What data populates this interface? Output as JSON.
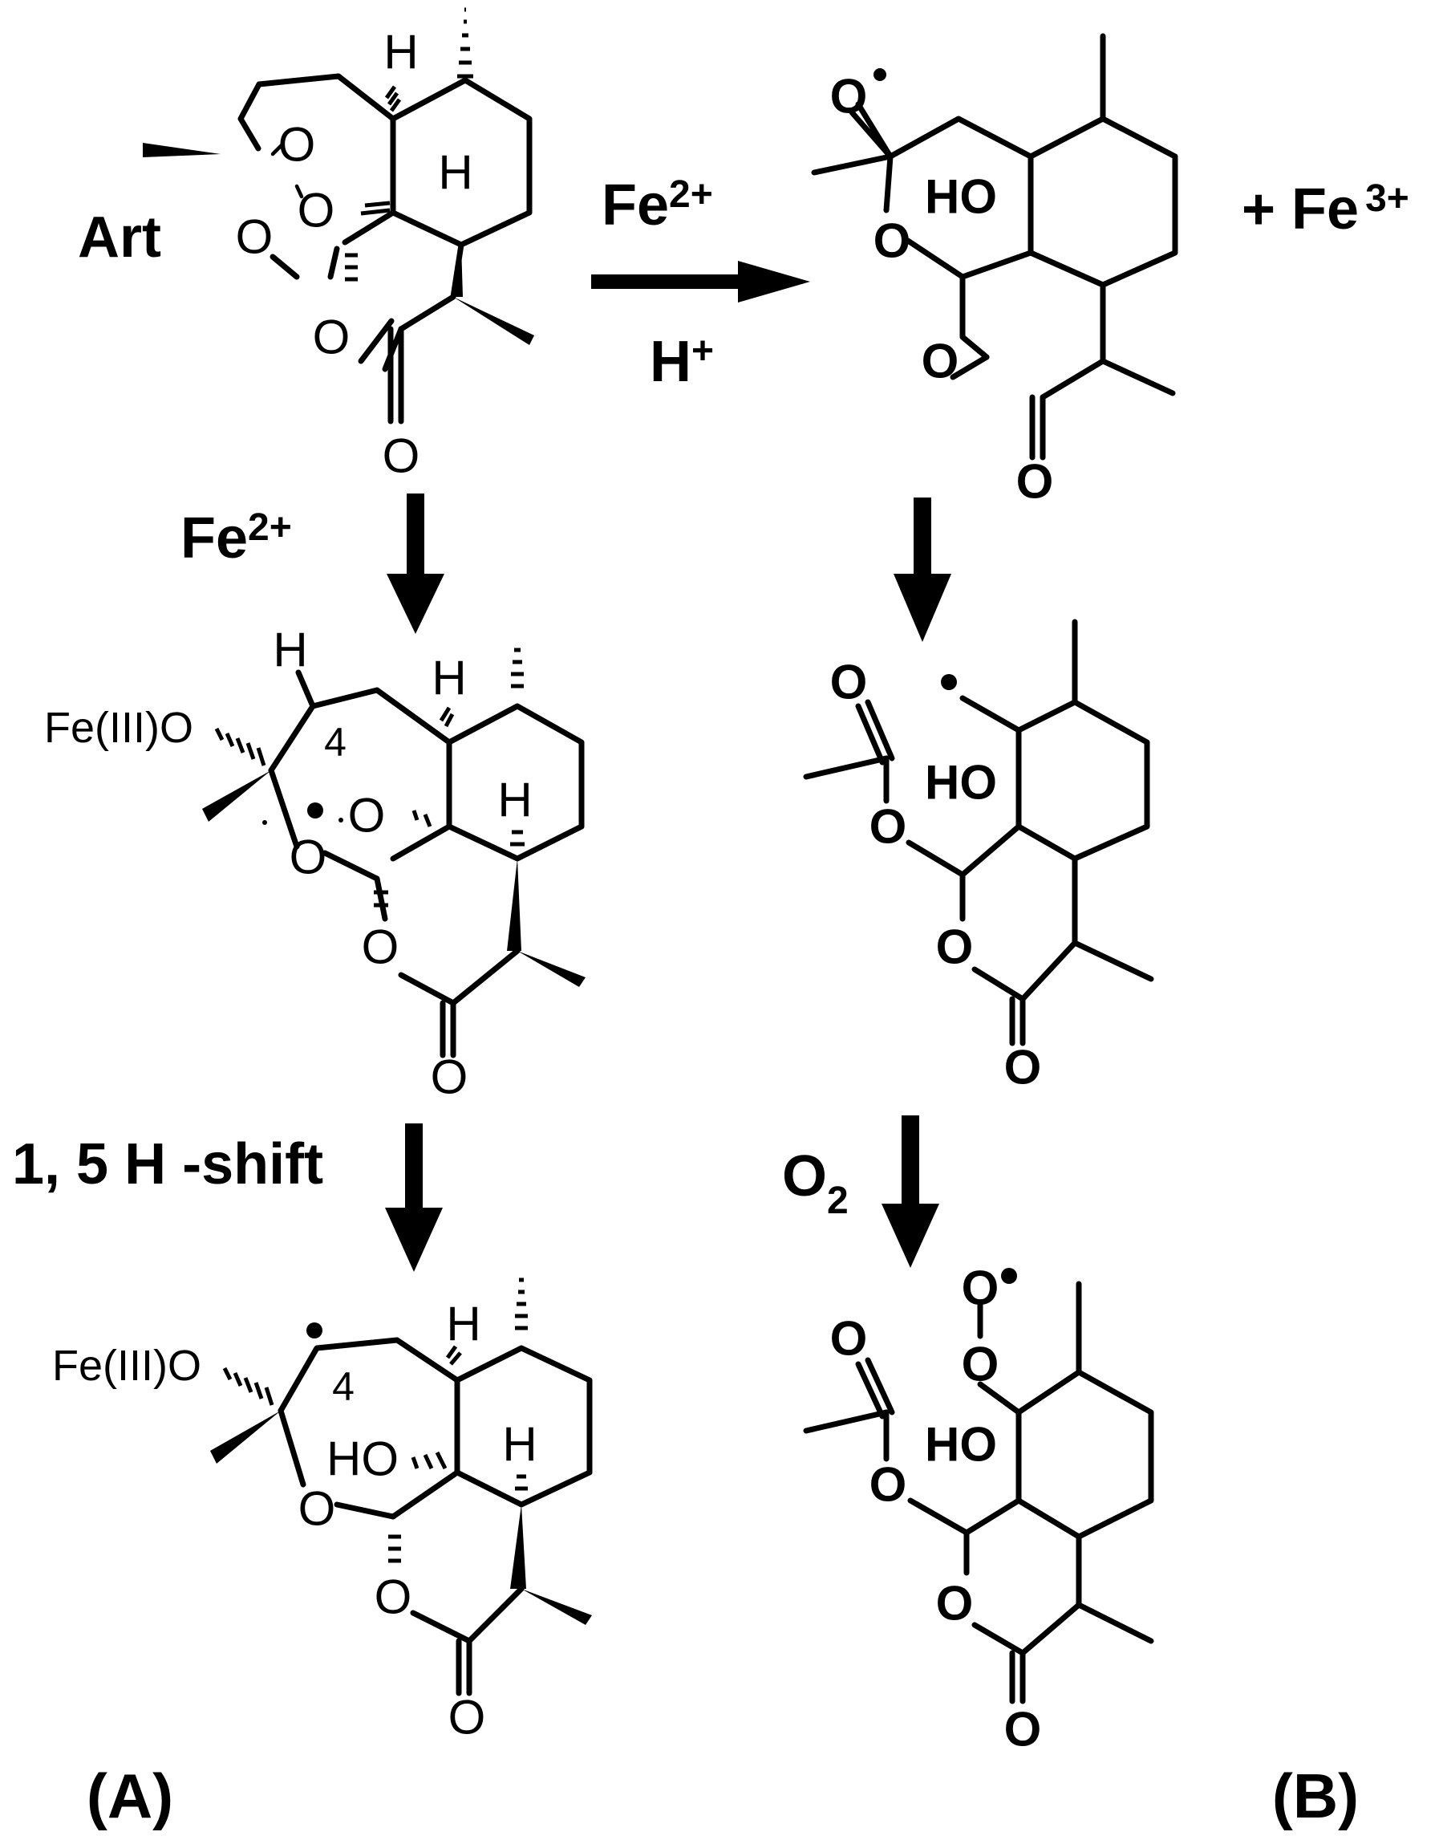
{
  "labels": {
    "art": "Art",
    "fe2_top": "Fe",
    "fe2_top_charge": "2+",
    "h_plus": "H",
    "h_plus_charge": "+",
    "fe3": "+ Fe",
    "fe3_charge": "3+",
    "fe2_left": "Fe",
    "fe2_left_charge": "2+",
    "h_shift": "1, 5 H -shift",
    "o2": "O",
    "o2_sub": "2",
    "panel_a": "(A)",
    "panel_b": "(B)"
  },
  "atoms": {
    "O": "O",
    "H": "H",
    "HO": "HO",
    "FeIIIO": "Fe(III)O",
    "pos4": "4"
  }
}
